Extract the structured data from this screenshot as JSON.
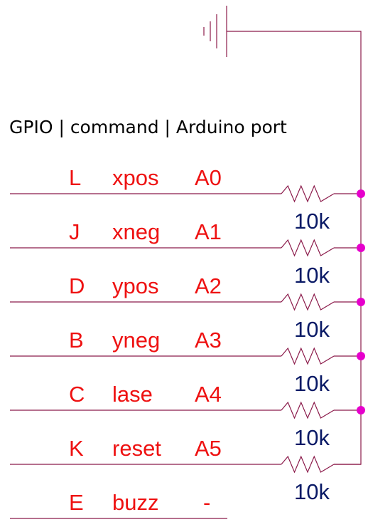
{
  "header": "GPIO | command | Arduino port",
  "rows": [
    {
      "gpio": "L",
      "command": "xpos",
      "port": "A0",
      "resistor": "10k"
    },
    {
      "gpio": "J",
      "command": "xneg",
      "port": "A1",
      "resistor": "10k"
    },
    {
      "gpio": "D",
      "command": "ypos",
      "port": "A2",
      "resistor": "10k"
    },
    {
      "gpio": "B",
      "command": "yneg",
      "port": "A3",
      "resistor": "10k"
    },
    {
      "gpio": "C",
      "command": "lase",
      "port": "A4",
      "resistor": "10k"
    },
    {
      "gpio": "K",
      "command": "reset",
      "port": "A5",
      "resistor": "10k"
    },
    {
      "gpio": "E",
      "command": "buzz",
      "port": "-"
    }
  ],
  "colors": {
    "wire": "#8b1a4a",
    "junction": "#e600cc",
    "label": "#ee1111",
    "resistor_value": "#0a1a66"
  },
  "icons": [
    "ground-icon",
    "resistor-icon",
    "junction-dot-icon"
  ]
}
